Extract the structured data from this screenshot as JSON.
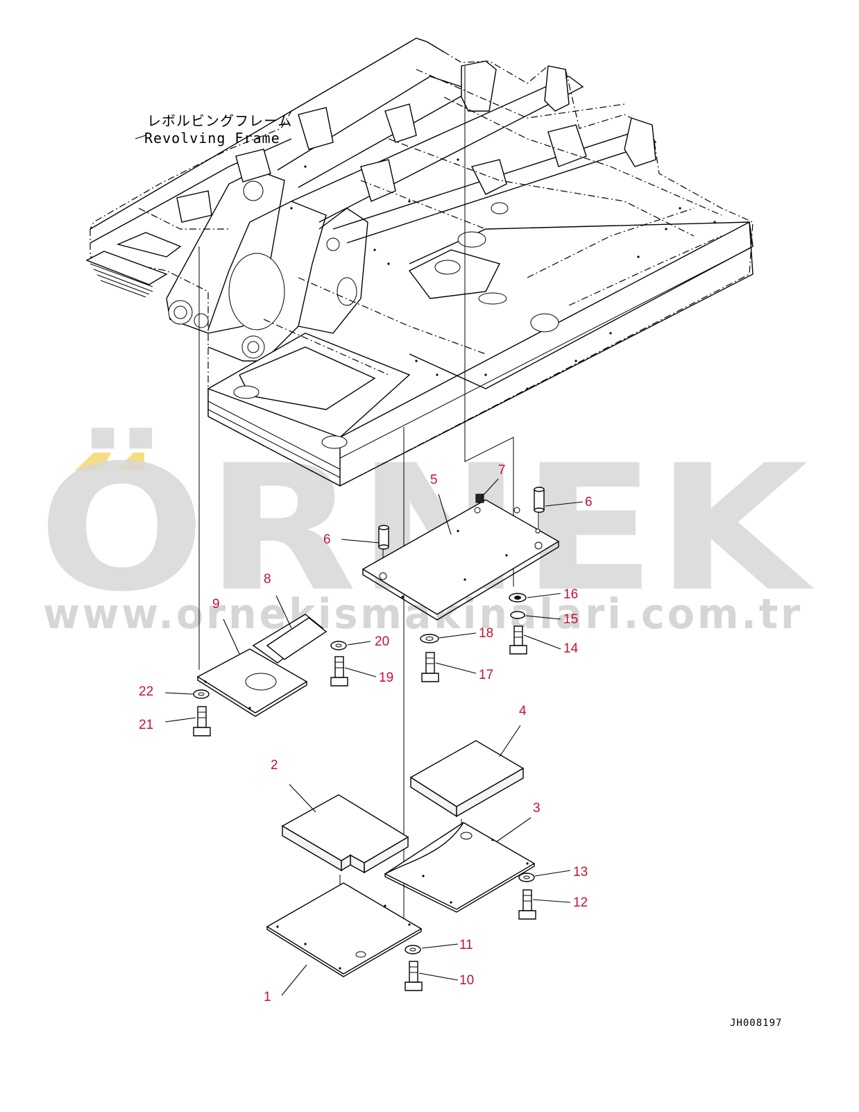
{
  "frame_label_jp": "レボルビングフレーム",
  "frame_label_en": "Revolving Frame",
  "drawing_code": "JH008197",
  "watermark": {
    "brand": "ÖRNEK",
    "url": "www.ornekismakinalari.com.tr",
    "accent_color": "#f6dd82",
    "text_color": "#d8d8d8"
  },
  "callout_color": "#c8102e",
  "callouts": [
    {
      "id": "1",
      "text": "1"
    },
    {
      "id": "2",
      "text": "2"
    },
    {
      "id": "3",
      "text": "3"
    },
    {
      "id": "4",
      "text": "4"
    },
    {
      "id": "5",
      "text": "5"
    },
    {
      "id": "6a",
      "text": "6"
    },
    {
      "id": "6b",
      "text": "6"
    },
    {
      "id": "7",
      "text": "7"
    },
    {
      "id": "8",
      "text": "8"
    },
    {
      "id": "9",
      "text": "9"
    },
    {
      "id": "10",
      "text": "10"
    },
    {
      "id": "11",
      "text": "11"
    },
    {
      "id": "12",
      "text": "12"
    },
    {
      "id": "13",
      "text": "13"
    },
    {
      "id": "14",
      "text": "14"
    },
    {
      "id": "15",
      "text": "15"
    },
    {
      "id": "16",
      "text": "16"
    },
    {
      "id": "17",
      "text": "17"
    },
    {
      "id": "18",
      "text": "18"
    },
    {
      "id": "19",
      "text": "19"
    },
    {
      "id": "20",
      "text": "20"
    },
    {
      "id": "21",
      "text": "21"
    },
    {
      "id": "22",
      "text": "22"
    }
  ]
}
